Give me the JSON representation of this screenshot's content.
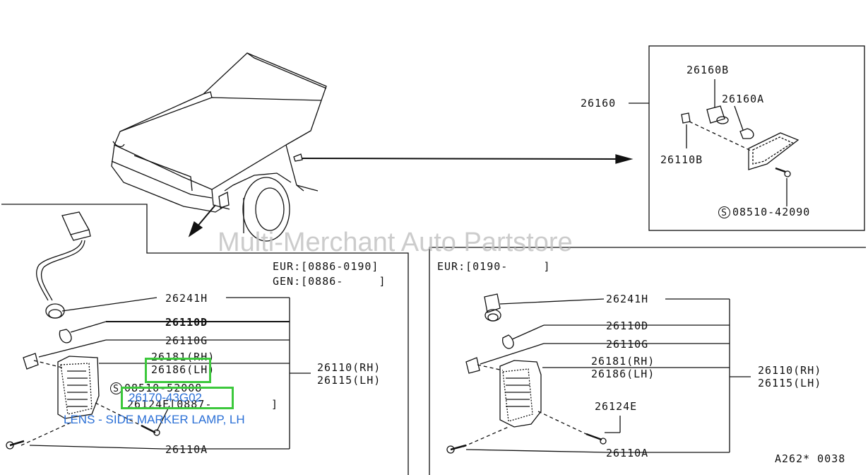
{
  "watermark": "Multi-Merchant Auto Partstore",
  "inset": {
    "assembly": "26160",
    "bulb_socket": "26160B",
    "bulb": "26160A",
    "clip": "26110B",
    "screw_prefix": "S",
    "screw": "08510-42090"
  },
  "left_panel": {
    "range_eur": "EUR:[0886-0190]",
    "range_gen": "GEN:[0886-     ]",
    "socket": "26241H",
    "bulb": "26110D",
    "clip": "26110G",
    "lens_rh": "26181(RH)",
    "lens_lh": "26186(LH)",
    "screw_prefix": "S",
    "screw": "08510-52008",
    "screw2": "26124E[0887-",
    "screw2_close": "]",
    "bottom_screw": "26110A",
    "assy_rh": "26110(RH)",
    "assy_lh": "26115(LH)",
    "highlight_part": "26170-43G02",
    "tooltip": "LENS - SIDE MARKER LAMP, LH"
  },
  "right_panel": {
    "range_eur": "EUR:[0190-     ]",
    "socket": "26241H",
    "bulb": "26110D",
    "clip": "26110G",
    "lens_rh": "26181(RH)",
    "lens_lh": "26186(LH)",
    "screw": "26124E",
    "bottom_screw": "26110A",
    "assy_rh": "26110(RH)",
    "assy_lh": "26115(LH)"
  },
  "figure_code": "A262* 0038"
}
